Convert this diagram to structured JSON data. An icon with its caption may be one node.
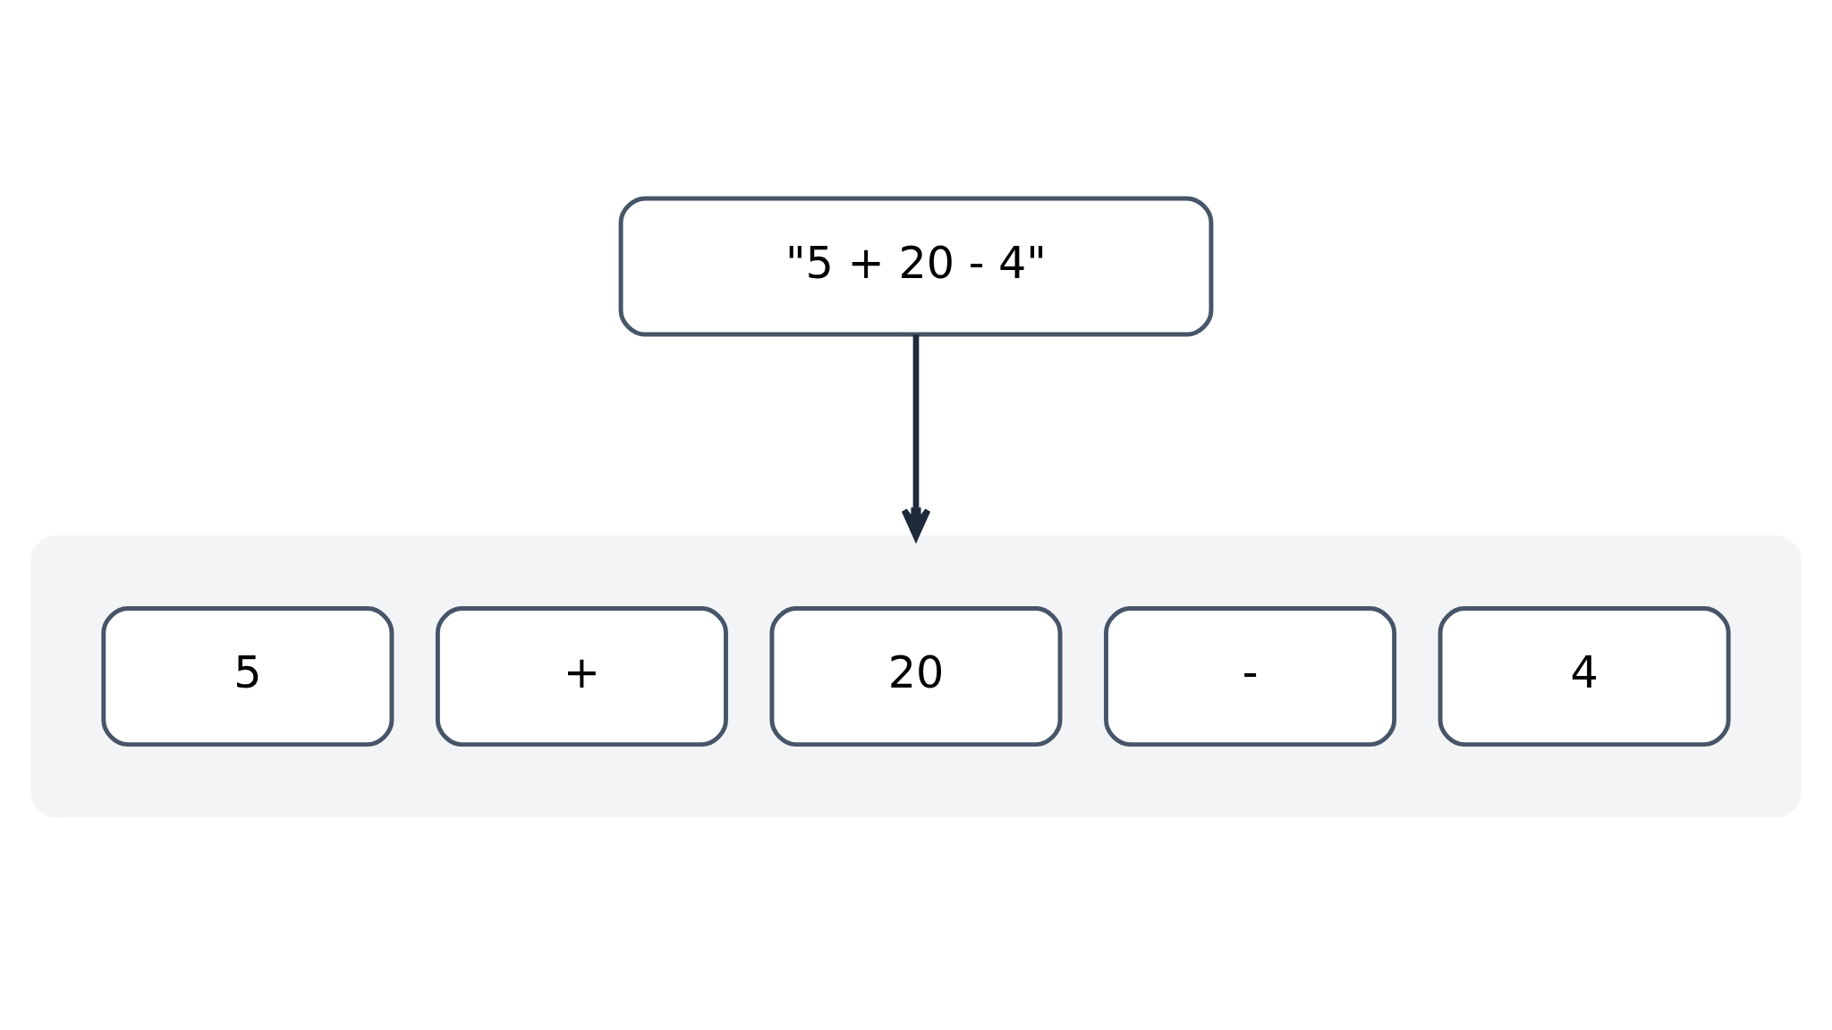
{
  "diagram": {
    "nodes": [
      {
        "text": [
          "\"5 + 20 - 4\""
        ]
      },
      {
        "text": [],
        "shape": "box"
      },
      {
        "text": [
          "5"
        ],
        "in": 1
      },
      {
        "text": [
          "+"
        ],
        "in": 1
      },
      {
        "text": [
          "20"
        ],
        "in": 1
      },
      {
        "text": [
          "-"
        ],
        "in": 1
      },
      {
        "text": [
          "4"
        ],
        "in": 1
      }
    ],
    "edges": [
      {
        "from": 0,
        "to": 1,
        "arrow": "to"
      }
    ]
  }
}
